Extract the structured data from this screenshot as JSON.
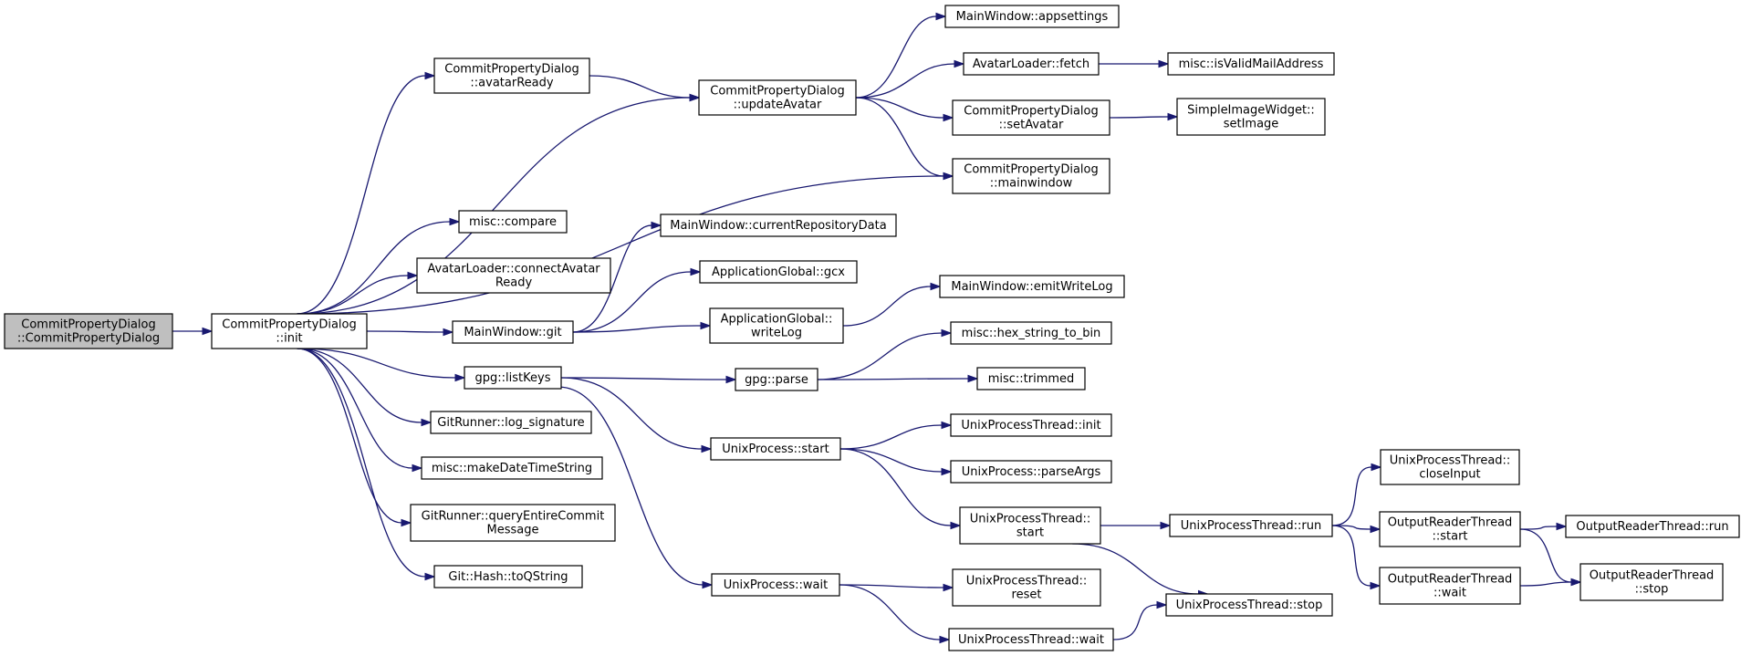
{
  "diagram": {
    "nodes": [
      {
        "id": "root",
        "lines": [
          "CommitPropertyDialog",
          "::CommitPropertyDialog"
        ],
        "highlight": true
      },
      {
        "id": "init",
        "lines": [
          "CommitPropertyDialog",
          "::init"
        ]
      },
      {
        "id": "avatarReady",
        "lines": [
          "CommitPropertyDialog",
          "::avatarReady"
        ]
      },
      {
        "id": "updateAvatar",
        "lines": [
          "CommitPropertyDialog",
          "::updateAvatar"
        ]
      },
      {
        "id": "appsettings",
        "lines": [
          "MainWindow::appsettings"
        ]
      },
      {
        "id": "fetch",
        "lines": [
          "AvatarLoader::fetch"
        ]
      },
      {
        "id": "isValidMail",
        "lines": [
          "misc::isValidMailAddress"
        ]
      },
      {
        "id": "setAvatar",
        "lines": [
          "CommitPropertyDialog",
          "::setAvatar"
        ]
      },
      {
        "id": "setImage",
        "lines": [
          "SimpleImageWidget::",
          "setImage"
        ]
      },
      {
        "id": "mainwindow",
        "lines": [
          "CommitPropertyDialog",
          "::mainwindow"
        ]
      },
      {
        "id": "compare",
        "lines": [
          "misc::compare"
        ]
      },
      {
        "id": "connectAvatar",
        "lines": [
          "AvatarLoader::connectAvatar",
          "Ready"
        ]
      },
      {
        "id": "currentRepo",
        "lines": [
          "MainWindow::currentRepositoryData"
        ]
      },
      {
        "id": "gcx",
        "lines": [
          "ApplicationGlobal::gcx"
        ]
      },
      {
        "id": "git",
        "lines": [
          "MainWindow::git"
        ]
      },
      {
        "id": "writeLog",
        "lines": [
          "ApplicationGlobal::",
          "writeLog"
        ]
      },
      {
        "id": "emitWriteLog",
        "lines": [
          "MainWindow::emitWriteLog"
        ]
      },
      {
        "id": "hexToBin",
        "lines": [
          "misc::hex_string_to_bin"
        ]
      },
      {
        "id": "listKeys",
        "lines": [
          "gpg::listKeys"
        ]
      },
      {
        "id": "parse",
        "lines": [
          "gpg::parse"
        ]
      },
      {
        "id": "trimmed",
        "lines": [
          "misc::trimmed"
        ]
      },
      {
        "id": "logSignature",
        "lines": [
          "GitRunner::log_signature"
        ]
      },
      {
        "id": "upStart",
        "lines": [
          "UnixProcess::start"
        ]
      },
      {
        "id": "uptInit",
        "lines": [
          "UnixProcessThread::init"
        ]
      },
      {
        "id": "parseArgs",
        "lines": [
          "UnixProcess::parseArgs"
        ]
      },
      {
        "id": "makeDate",
        "lines": [
          "misc::makeDateTimeString"
        ]
      },
      {
        "id": "closeInput",
        "lines": [
          "UnixProcessThread::",
          "closeInput"
        ]
      },
      {
        "id": "queryMsg",
        "lines": [
          "GitRunner::queryEntireCommit",
          "Message"
        ]
      },
      {
        "id": "uptStart",
        "lines": [
          "UnixProcessThread::",
          "start"
        ]
      },
      {
        "id": "uptRun",
        "lines": [
          "UnixProcessThread::run"
        ]
      },
      {
        "id": "ortStart",
        "lines": [
          "OutputReaderThread",
          "::start"
        ]
      },
      {
        "id": "ortRun",
        "lines": [
          "OutputReaderThread::run"
        ]
      },
      {
        "id": "toQString",
        "lines": [
          "Git::Hash::toQString"
        ]
      },
      {
        "id": "ortWait",
        "lines": [
          "OutputReaderThread",
          "::wait"
        ]
      },
      {
        "id": "ortStop",
        "lines": [
          "OutputReaderThread",
          "::stop"
        ]
      },
      {
        "id": "upWait",
        "lines": [
          "UnixProcess::wait"
        ]
      },
      {
        "id": "uptReset",
        "lines": [
          "UnixProcessThread::",
          "reset"
        ]
      },
      {
        "id": "uptStop",
        "lines": [
          "UnixProcessThread::stop"
        ]
      },
      {
        "id": "uptWait",
        "lines": [
          "UnixProcessThread::wait"
        ]
      }
    ],
    "edges": [
      [
        "root",
        "init"
      ],
      [
        "init",
        "avatarReady"
      ],
      [
        "init",
        "updateAvatar"
      ],
      [
        "init",
        "mainwindow"
      ],
      [
        "init",
        "compare"
      ],
      [
        "init",
        "connectAvatar"
      ],
      [
        "init",
        "git"
      ],
      [
        "init",
        "listKeys"
      ],
      [
        "init",
        "logSignature"
      ],
      [
        "init",
        "makeDate"
      ],
      [
        "init",
        "queryMsg"
      ],
      [
        "init",
        "toQString"
      ],
      [
        "avatarReady",
        "updateAvatar"
      ],
      [
        "updateAvatar",
        "appsettings"
      ],
      [
        "updateAvatar",
        "fetch"
      ],
      [
        "updateAvatar",
        "setAvatar"
      ],
      [
        "updateAvatar",
        "mainwindow"
      ],
      [
        "fetch",
        "isValidMail"
      ],
      [
        "setAvatar",
        "setImage"
      ],
      [
        "git",
        "currentRepo"
      ],
      [
        "git",
        "gcx"
      ],
      [
        "git",
        "writeLog"
      ],
      [
        "writeLog",
        "emitWriteLog"
      ],
      [
        "listKeys",
        "parse"
      ],
      [
        "listKeys",
        "upStart"
      ],
      [
        "listKeys",
        "upWait"
      ],
      [
        "parse",
        "hexToBin"
      ],
      [
        "parse",
        "trimmed"
      ],
      [
        "upStart",
        "uptInit"
      ],
      [
        "upStart",
        "parseArgs"
      ],
      [
        "upStart",
        "uptStart"
      ],
      [
        "uptStart",
        "uptRun"
      ],
      [
        "uptStart",
        "uptStop"
      ],
      [
        "uptRun",
        "closeInput"
      ],
      [
        "uptRun",
        "ortStart"
      ],
      [
        "uptRun",
        "ortWait"
      ],
      [
        "ortStart",
        "ortRun"
      ],
      [
        "ortStart",
        "ortStop"
      ],
      [
        "ortWait",
        "ortStop"
      ],
      [
        "upWait",
        "uptReset"
      ],
      [
        "upWait",
        "uptWait"
      ],
      [
        "uptWait",
        "uptStop"
      ]
    ],
    "colors": {
      "edge": "#191970",
      "node_border": "#000000",
      "node_fill": "#ffffff",
      "root_fill": "#bfbfbf"
    }
  }
}
